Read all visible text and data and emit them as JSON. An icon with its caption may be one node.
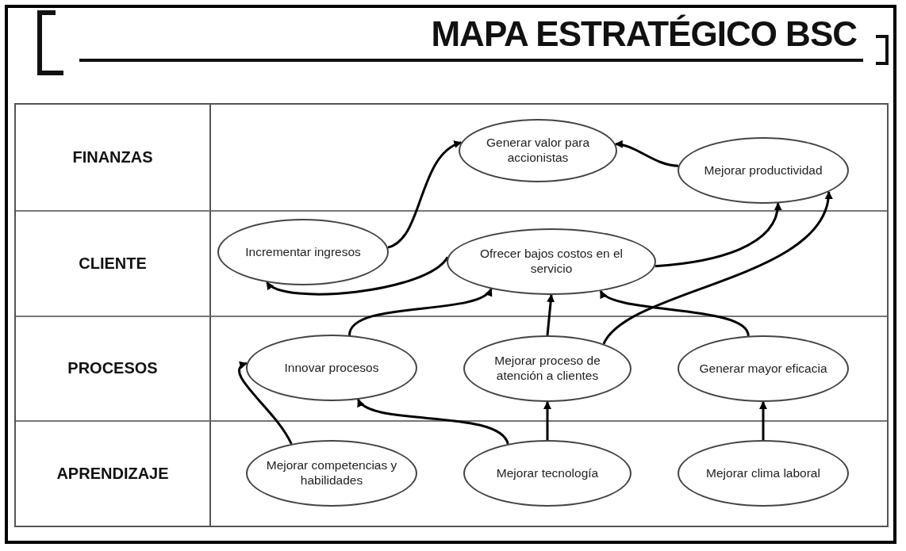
{
  "diagram": {
    "title": "MAPA ESTRATÉGICO BSC",
    "nodes": [
      {
        "text": [
          "Generar valor para accionistas"
        ]
      },
      {
        "text": [
          "Mejorar productividad"
        ]
      },
      {
        "text": [
          "Incrementar ingresos"
        ]
      },
      {
        "text": [
          "Ofrecer bajos costos en el servicio"
        ]
      },
      {
        "text": [
          "Innovar procesos"
        ]
      },
      {
        "text": [
          "Mejorar proceso de atención a clientes"
        ]
      },
      {
        "text": [
          "Generar mayor eficacia"
        ]
      },
      {
        "text": [
          "Mejorar competencias y habilidades"
        ]
      },
      {
        "text": [
          "Mejorar tecnología"
        ]
      },
      {
        "text": [
          "Mejorar clima laboral"
        ]
      }
    ],
    "edges": [
      {
        "from": 2,
        "to": 0,
        "arrow": "to"
      },
      {
        "from": 1,
        "to": 0,
        "arrow": "to"
      },
      {
        "from": 3,
        "to": 2,
        "arrow": "to"
      },
      {
        "from": 3,
        "to": 1,
        "arrow": "to"
      },
      {
        "from": 5,
        "to": 1,
        "arrow": "to"
      },
      {
        "from": 4,
        "to": 3,
        "arrow": "to"
      },
      {
        "from": 5,
        "to": 3,
        "arrow": "to"
      },
      {
        "from": 6,
        "to": 3,
        "arrow": "to"
      },
      {
        "from": 7,
        "to": 4,
        "arrow": "to"
      },
      {
        "from": 8,
        "to": 4,
        "arrow": "to"
      },
      {
        "from": 8,
        "to": 5,
        "arrow": "to"
      },
      {
        "from": 9,
        "to": 6,
        "arrow": "to"
      }
    ],
    "labels": [
      "FINANZAS",
      "CLIENTE",
      "PROCESOS",
      "APRENDIZAJE"
    ]
  }
}
